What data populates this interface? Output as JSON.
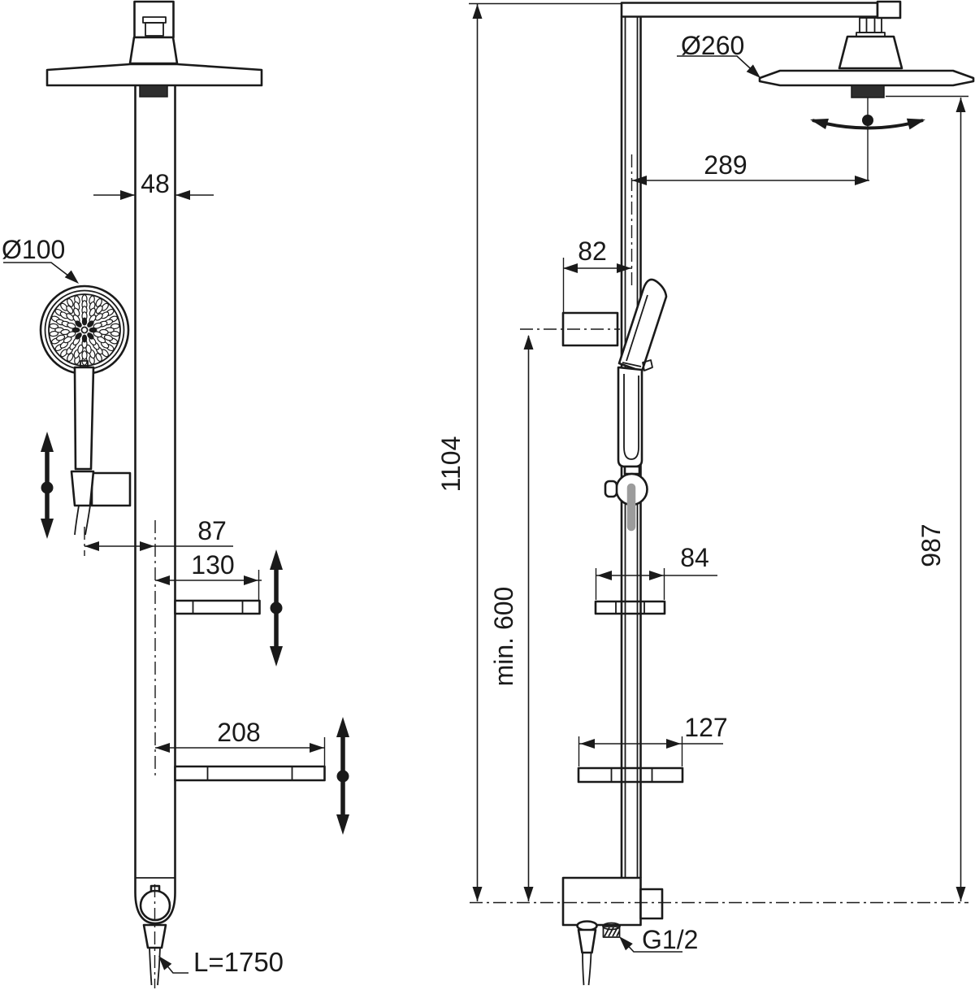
{
  "drawing_type": "shower-system-dimensional-drawing",
  "colors": {
    "line": "#1a1a1a",
    "background": "#ffffff",
    "hose_gray": "#9c9c9c",
    "sprayer_dark": "#2e2e2e"
  },
  "front_view": {
    "name": "front-view",
    "labels": {
      "column_width": "48",
      "hand_shower_diameter": "Ø100",
      "hose_offset": "87",
      "upper_shelf_width": "130",
      "lower_shelf_width": "208",
      "hose_length": "L=1750"
    }
  },
  "side_view": {
    "name": "side-view",
    "labels": {
      "head_diameter": "Ø260",
      "head_reach": "289",
      "bracket_depth": "82",
      "total_height": "1104",
      "min_mounting_height": "min. 600",
      "upper_shelf_depth": "84",
      "lower_shelf_depth": "127",
      "head_center_height": "987",
      "connection_thread": "G1/2"
    }
  }
}
